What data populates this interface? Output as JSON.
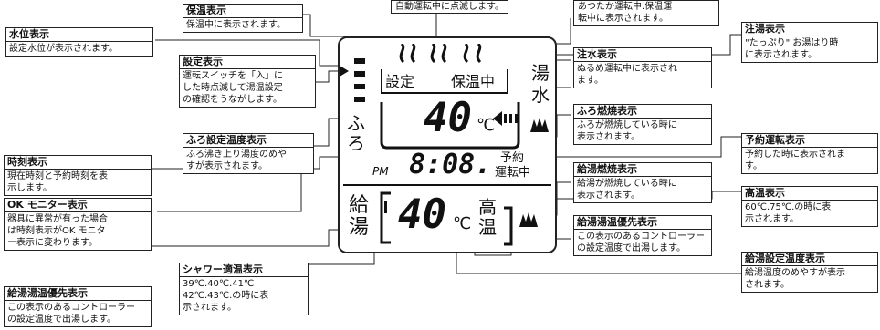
{
  "top_caption": "自動運転中に点滅します。",
  "callouts": {
    "hoon": {
      "title": "保温表示",
      "body": "保温中に表示されます。"
    },
    "hoon_top_note": {
      "body": "あつたか運転中.保温運\n転中に表示されます。"
    },
    "suii": {
      "title": "水位表示",
      "body": "設定水位が表示されます。"
    },
    "settei": {
      "title": "設定表示",
      "body": "運転スイッチを「入」に\nした時点滅して湯温設定\nの確認をうながします。"
    },
    "furo_settei": {
      "title": "ふろ設定温度表示",
      "body": "ふろ沸き上り湯度のめや\nすが表示されます。"
    },
    "jikoku": {
      "title": "時刻表示",
      "body": "現在時刻と予約時刻を表\n示します。"
    },
    "ok_monitor": {
      "title": "OK モニター表示",
      "body": "器具に異常が有った場合\nは時刻表示がOK モニタ\nー表示に変わります。"
    },
    "kyuto_yusen_left": {
      "title": "給湯湯温優先表示",
      "body": "この表示のあるコントローラー\nの設定温度で出湯します。"
    },
    "shower": {
      "title": "シャワー適温表示",
      "body": "39℃.40℃.41℃\n42℃.43℃.の時に表\n示されます。"
    },
    "chusui": {
      "title": "注水表示",
      "body": "ぬるめ運転中に表示され\nます。"
    },
    "furo_nensho": {
      "title": "ふろ燃焼表示",
      "body": "ふろが燃焼している時に\n表示されます。"
    },
    "kyuto_nensho": {
      "title": "給湯燃焼表示",
      "body": "給湯が燃焼している時に\n表示されます。"
    },
    "kyuto_yusen_right": {
      "title": "給湯湯温優先表示",
      "body": "この表示のあるコントローラー\nの設定温度で出湯します。"
    },
    "chuto": {
      "title": "注湯表示",
      "body": "\"たっぷり\" お湯はり時\nに表示されます。"
    },
    "yoyaku": {
      "title": "予約運転表示",
      "body": "予約した時に表示されま\nす。"
    },
    "koon": {
      "title": "高温表示",
      "body": "60℃.75℃.の時に表\n示されます。"
    },
    "kyuto_settei": {
      "title": "給湯設定温度表示",
      "body": "給湯温度のめやすが表示\nされます。"
    }
  },
  "panel": {
    "settei_label": "設定",
    "hoon_label": "保温中",
    "yu_label": "湯",
    "mizu_label": "水",
    "furo_label": "ふろ",
    "bath_temp": "40",
    "deg_c": "℃",
    "pm_label": "PM",
    "clock": "8:08.",
    "yoyaku_label": "予約",
    "untenchu_label": "運転中",
    "kyu_label": "給",
    "yu2_label": "湯",
    "kyuto_temp": "40",
    "deg_c2": "℃",
    "ko_label": "高",
    "on_label": "温"
  }
}
